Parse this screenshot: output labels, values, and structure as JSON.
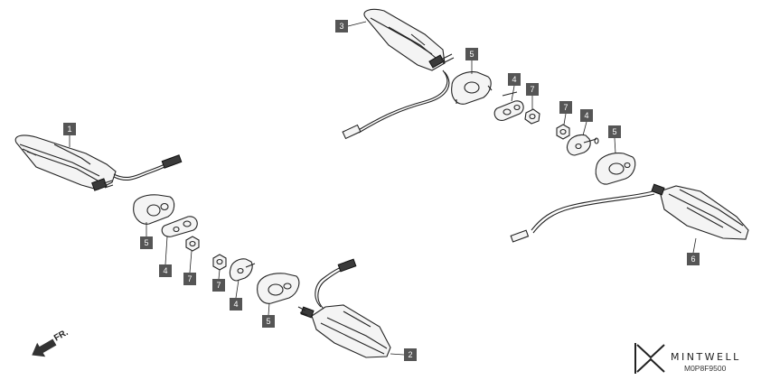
{
  "callouts": {
    "c1": "1",
    "c2": "2",
    "c3": "3",
    "c4a": "4",
    "c4b": "4",
    "c4c": "4",
    "c4d": "4",
    "c5a": "5",
    "c5b": "5",
    "c5c": "5",
    "c5d": "5",
    "c6": "6",
    "c7a": "7",
    "c7b": "7",
    "c7c": "7",
    "c7d": "7"
  },
  "direction_label": "FR.",
  "brand": {
    "name": "MINTWELL",
    "diagram_code": "M0P8F9500",
    "logo_icon": "mintwell-logo-icon"
  },
  "colors": {
    "callout_box": "#555555",
    "line": "#222222",
    "part_fill": "#f4f4f4"
  }
}
